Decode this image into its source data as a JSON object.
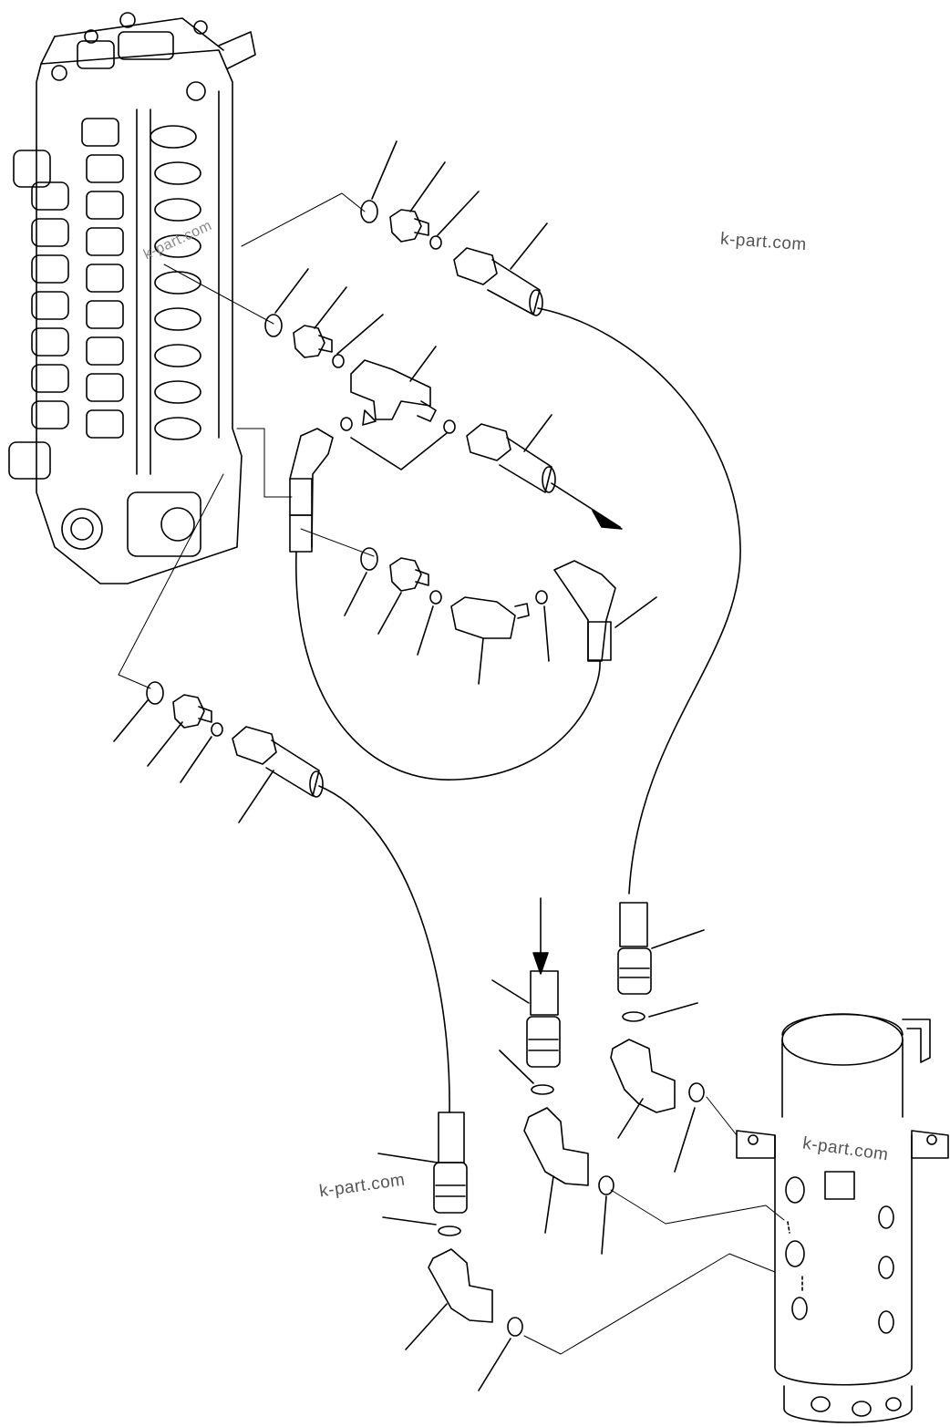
{
  "watermarks": {
    "top_right": "k-part.com",
    "bottom_middle": "k-part.com",
    "swivel": "k-part.com",
    "valve": "k-part.com"
  }
}
